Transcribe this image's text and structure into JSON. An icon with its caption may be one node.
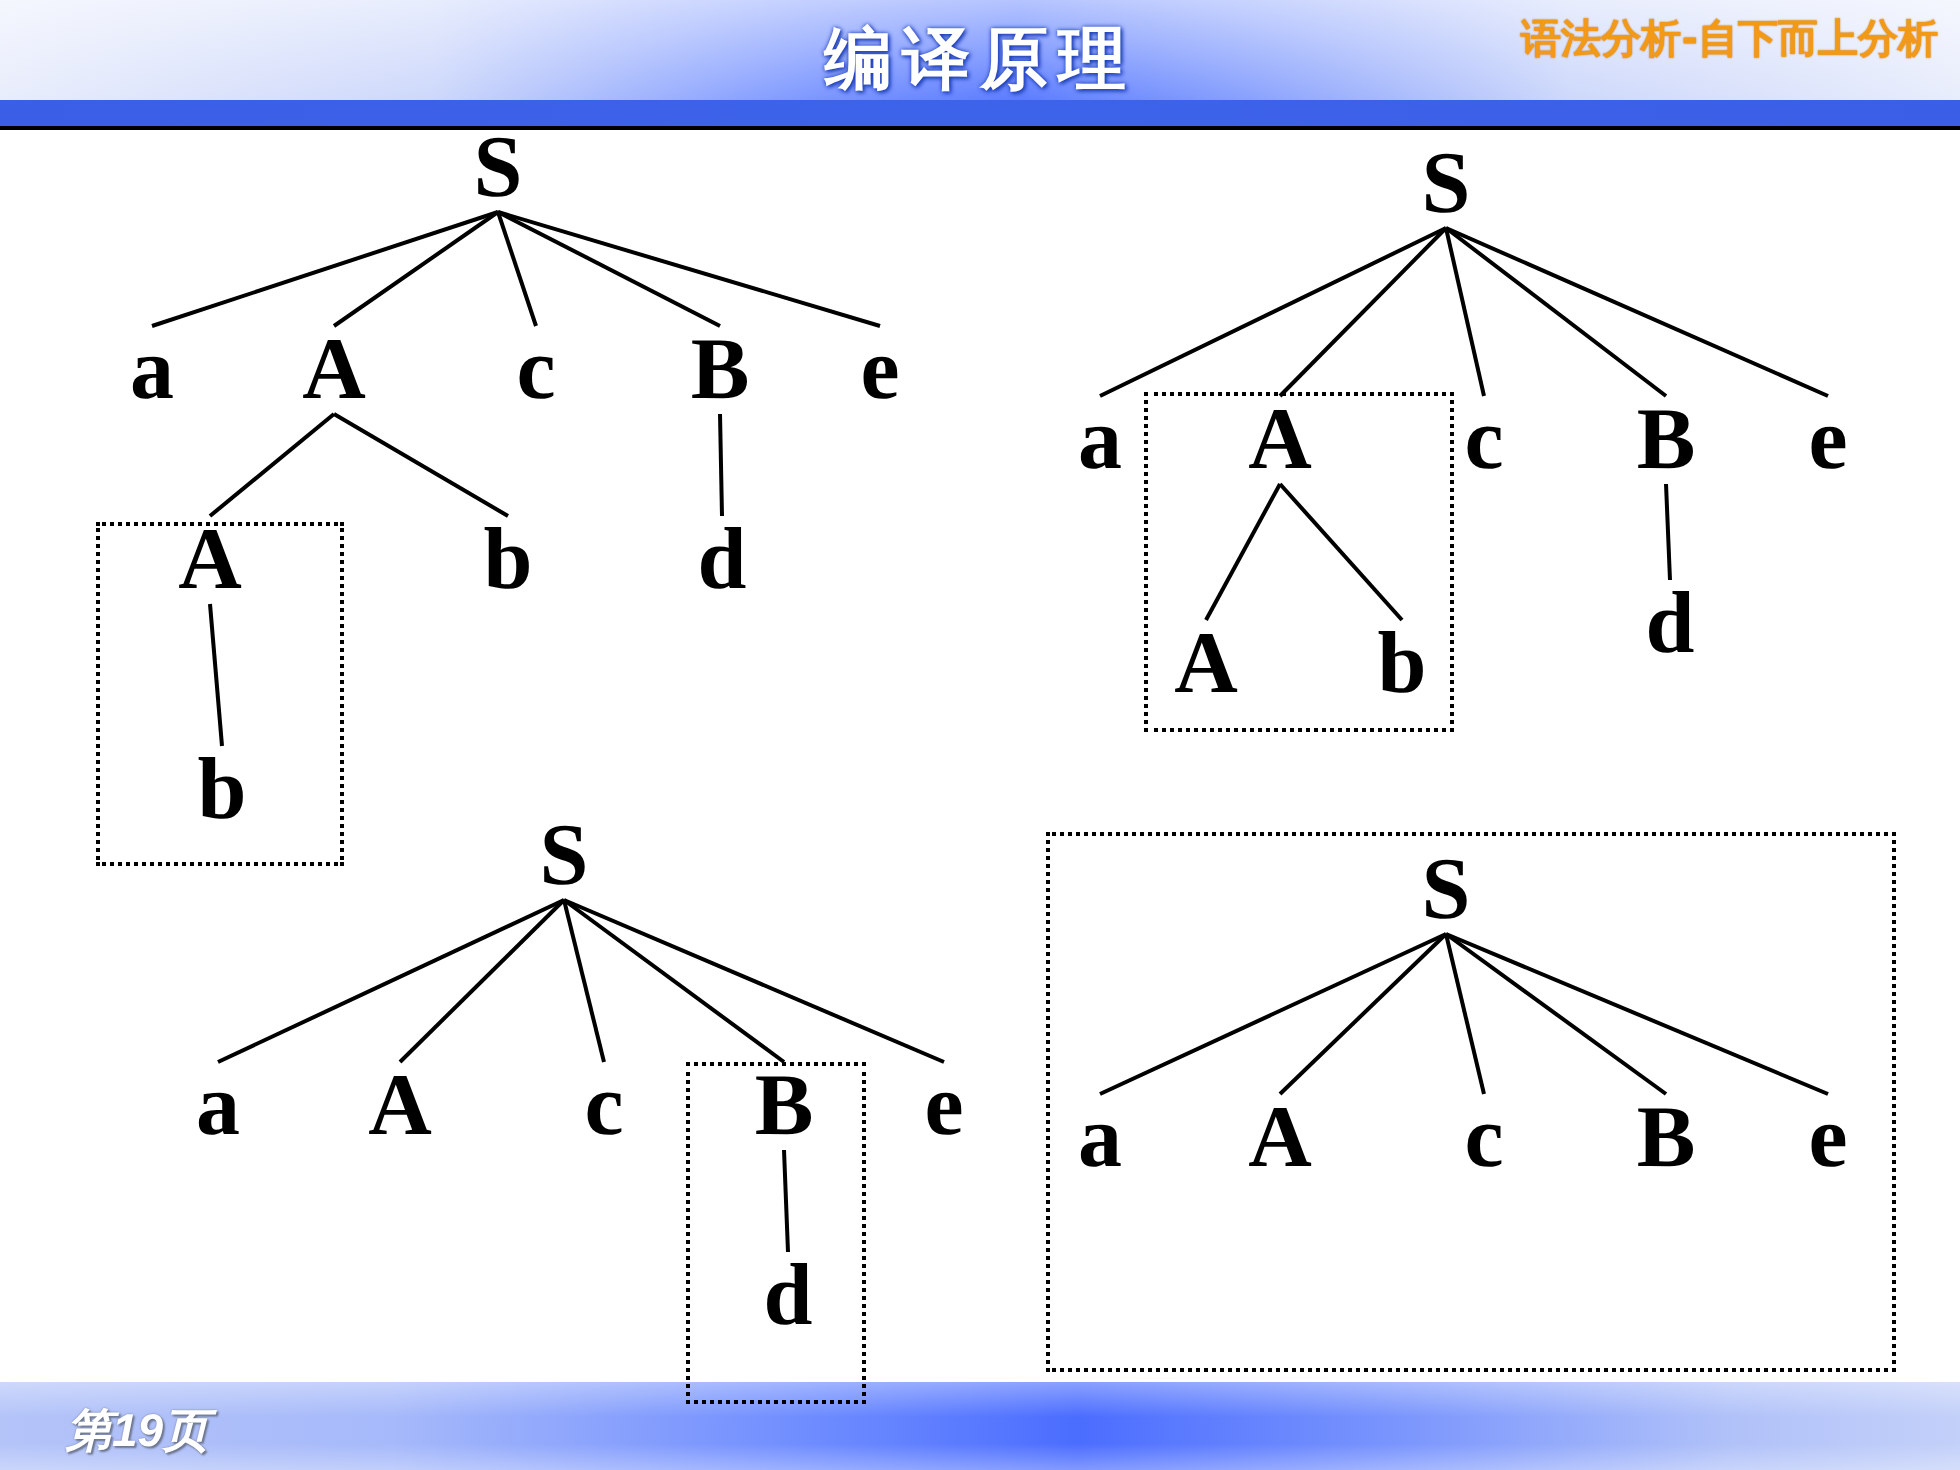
{
  "diagram": {
    "title": "编译原理",
    "nodes": [
      {
        "text": [
          "S"
        ]
      },
      {
        "text": [
          "a"
        ]
      },
      {
        "text": [
          "A"
        ]
      },
      {
        "text": [
          "c"
        ]
      },
      {
        "text": [
          "B"
        ]
      },
      {
        "text": [
          "e"
        ]
      },
      {
        "text": [],
        "shape": "box"
      },
      {
        "text": [
          "A"
        ],
        "in": 6
      },
      {
        "text": [
          "b"
        ],
        "in": 6
      },
      {
        "text": [
          "b"
        ]
      },
      {
        "text": [
          "d"
        ]
      },
      {
        "text": [
          "S"
        ]
      },
      {
        "text": [
          "a"
        ]
      },
      {
        "text": [],
        "shape": "box"
      },
      {
        "text": [
          "A"
        ],
        "in": 13
      },
      {
        "text": [
          "A"
        ],
        "in": 13
      },
      {
        "text": [
          "b"
        ],
        "in": 13
      },
      {
        "text": [
          "c"
        ]
      },
      {
        "text": [
          "B"
        ]
      },
      {
        "text": [
          "e"
        ]
      },
      {
        "text": [
          "d"
        ]
      },
      {
        "text": [
          "S"
        ]
      },
      {
        "text": [
          "a"
        ]
      },
      {
        "text": [
          "A"
        ]
      },
      {
        "text": [
          "c"
        ]
      },
      {
        "text": [],
        "shape": "box"
      },
      {
        "text": [
          "B"
        ],
        "in": 25
      },
      {
        "text": [
          "d"
        ],
        "in": 25
      },
      {
        "text": [
          "e"
        ]
      },
      {
        "text": [],
        "shape": "box"
      },
      {
        "text": [
          "S"
        ],
        "in": 29
      },
      {
        "text": [
          "a"
        ],
        "in": 29
      },
      {
        "text": [
          "A"
        ],
        "in": 29
      },
      {
        "text": [
          "c"
        ],
        "in": 29
      },
      {
        "text": [
          "B"
        ],
        "in": 29
      },
      {
        "text": [
          "e"
        ],
        "in": 29
      }
    ],
    "edges": [
      {
        "from": 0,
        "to": 1,
        "arrow": "none"
      },
      {
        "from": 0,
        "to": 2,
        "arrow": "none"
      },
      {
        "from": 0,
        "to": 3,
        "arrow": "none"
      },
      {
        "from": 0,
        "to": 4,
        "arrow": "none"
      },
      {
        "from": 0,
        "to": 5,
        "arrow": "none"
      },
      {
        "from": 2,
        "to": 7,
        "arrow": "none"
      },
      {
        "from": 2,
        "to": 9,
        "arrow": "none"
      },
      {
        "from": 7,
        "to": 8,
        "arrow": "none"
      },
      {
        "from": 4,
        "to": 10,
        "arrow": "none"
      },
      {
        "from": 11,
        "to": 12,
        "arrow": "none"
      },
      {
        "from": 11,
        "to": 14,
        "arrow": "none"
      },
      {
        "from": 11,
        "to": 17,
        "arrow": "none"
      },
      {
        "from": 11,
        "to": 18,
        "arrow": "none"
      },
      {
        "from": 11,
        "to": 19,
        "arrow": "none"
      },
      {
        "from": 14,
        "to": 15,
        "arrow": "none"
      },
      {
        "from": 14,
        "to": 16,
        "arrow": "none"
      },
      {
        "from": 18,
        "to": 20,
        "arrow": "none"
      },
      {
        "from": 21,
        "to": 22,
        "arrow": "none"
      },
      {
        "from": 21,
        "to": 23,
        "arrow": "none"
      },
      {
        "from": 21,
        "to": 24,
        "arrow": "none"
      },
      {
        "from": 21,
        "to": 26,
        "arrow": "none"
      },
      {
        "from": 21,
        "to": 28,
        "arrow": "none"
      },
      {
        "from": 26,
        "to": 27,
        "arrow": "none"
      },
      {
        "from": 30,
        "to": 31,
        "arrow": "none"
      },
      {
        "from": 30,
        "to": 32,
        "arrow": "none"
      },
      {
        "from": 30,
        "to": 33,
        "arrow": "none"
      },
      {
        "from": 30,
        "to": 34,
        "arrow": "none"
      },
      {
        "from": 30,
        "to": 35,
        "arrow": "none"
      }
    ],
    "labels": [
      "语法分析-自下而上分析",
      "第19页"
    ]
  }
}
